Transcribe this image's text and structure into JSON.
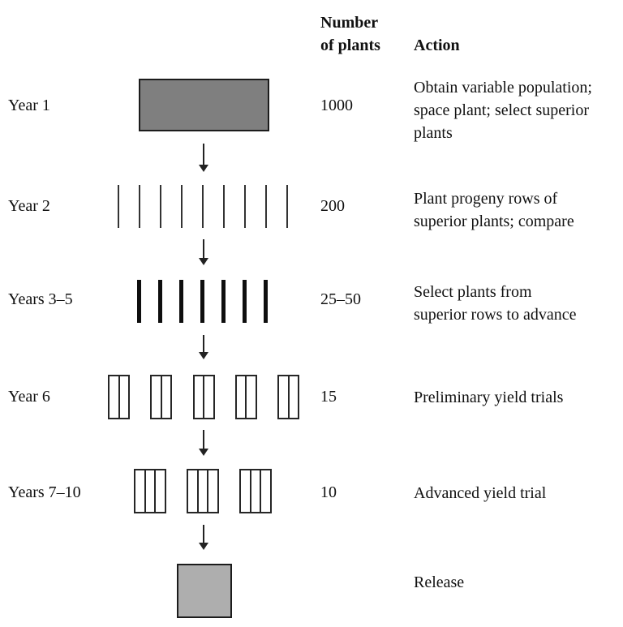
{
  "header": {
    "number_label": "Number\nof plants",
    "action_label": "Action"
  },
  "rows": [
    {
      "year": "Year 1",
      "number": "1000",
      "action": "Obtain variable population;\nspace plant; select superior\nplants",
      "shape": "solid-gray-rectangle",
      "shape_count": 1
    },
    {
      "year": "Year 2",
      "number": "200",
      "action": "Plant progeny rows of\nsuperior plants; compare",
      "shape": "thin-vertical-lines",
      "shape_count": 9
    },
    {
      "year": "Years 3–5",
      "number": "25–50",
      "action": "Select plants from\nsuperior rows to advance",
      "shape": "thick-vertical-lines",
      "shape_count": 7
    },
    {
      "year": "Year 6",
      "number": "15",
      "action": "Preliminary yield trials",
      "shape": "two-column-plot-rectangles",
      "shape_count": 5
    },
    {
      "year": "Years 7–10",
      "number": "10",
      "action": "Advanced yield trial",
      "shape": "three-column-plot-rectangles",
      "shape_count": 3
    },
    {
      "year": "",
      "number": "",
      "action": "Release",
      "shape": "solid-light-gray-square",
      "shape_count": 1
    }
  ],
  "colors": {
    "year1_block_fill": "#7f7f7f",
    "release_block_fill": "#aeaeae",
    "outline": "#1c1c1c",
    "text": "#111111",
    "background": "#ffffff"
  }
}
